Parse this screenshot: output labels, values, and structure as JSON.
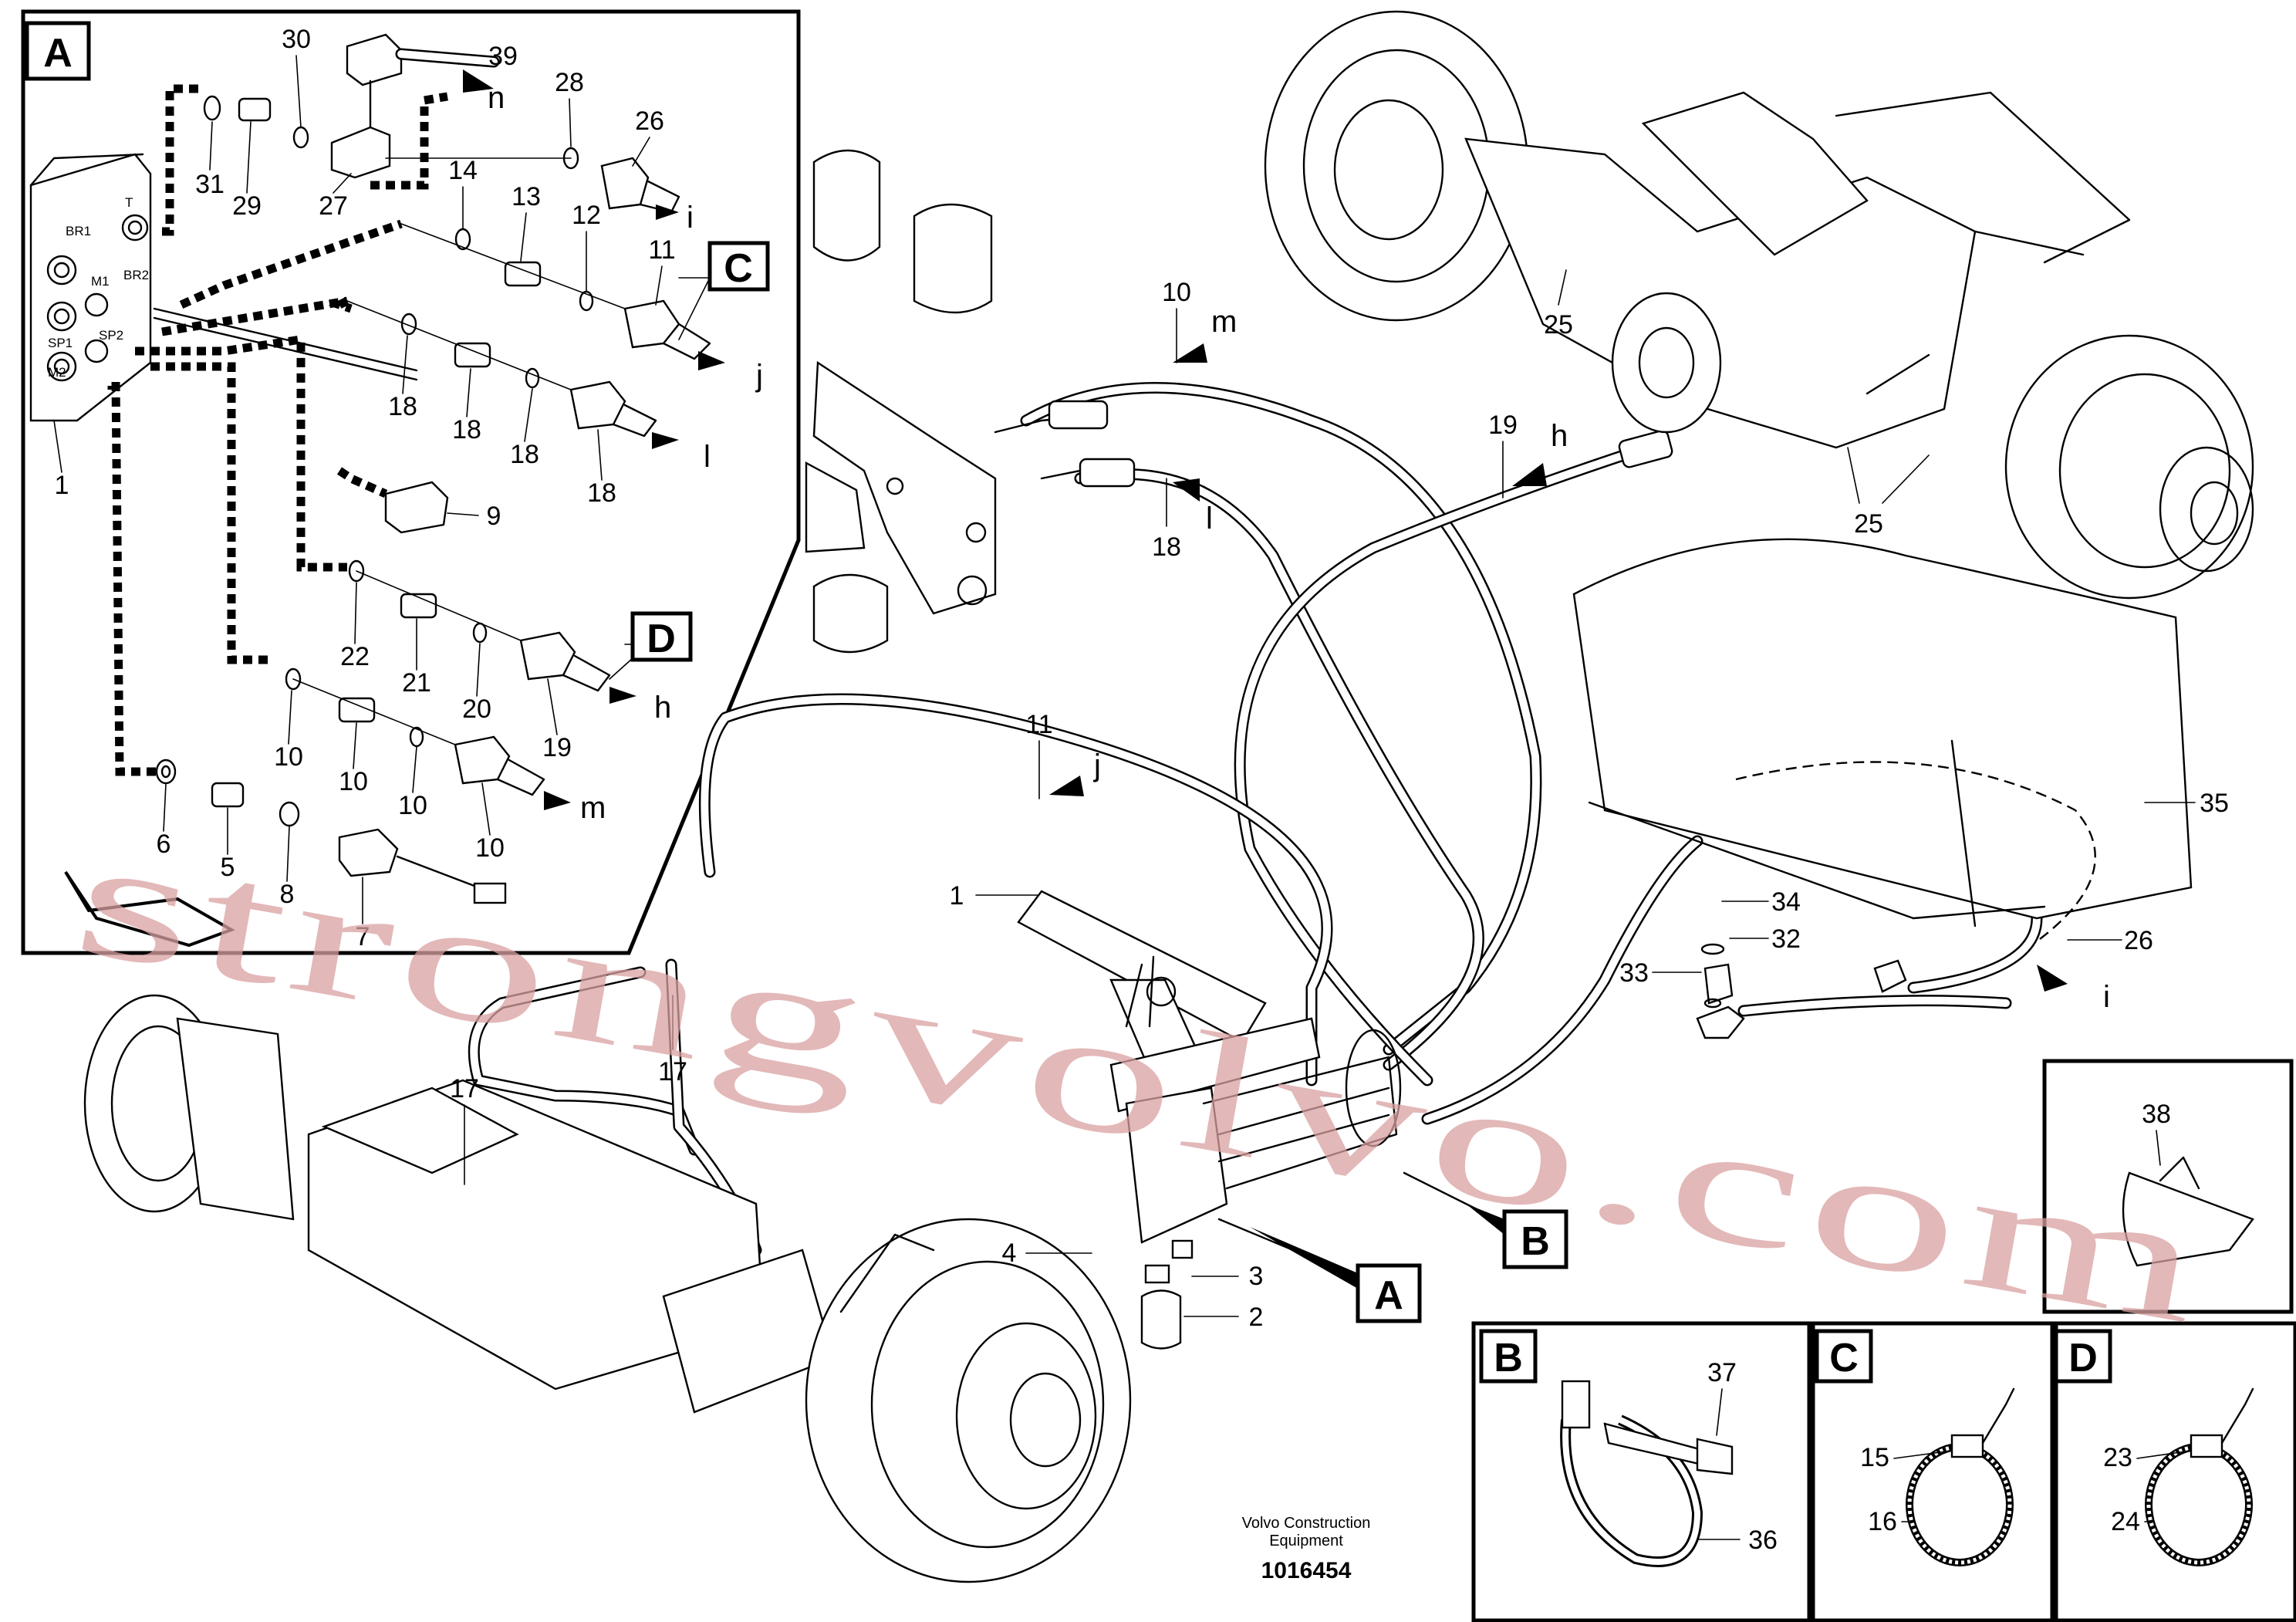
{
  "callouts": {
    "inset_a": {
      "c39": "39",
      "c30": "30",
      "c28": "28",
      "c26": "26",
      "c31": "31",
      "c29": "29",
      "c27": "27",
      "c14": "14",
      "c13": "13",
      "c12": "12",
      "c11": "11",
      "c18a": "18",
      "c18b": "18",
      "c18c": "18",
      "c18d": "18",
      "c9": "9",
      "c1": "1",
      "c22": "22",
      "c21": "21",
      "c20": "20",
      "c19": "19",
      "c10a": "10",
      "c10b": "10",
      "c10c": "10",
      "c10d": "10",
      "c6": "6",
      "c5": "5",
      "c8": "8",
      "c7": "7"
    },
    "main": {
      "c10": "10",
      "c18": "18",
      "c19": "19",
      "c11": "11",
      "c1": "1",
      "c17a": "17",
      "c17b": "17",
      "c4": "4",
      "c3": "3",
      "c2": "2",
      "c25a": "25",
      "c25b": "25",
      "c35": "35",
      "c34": "34",
      "c32": "32",
      "c33": "33",
      "c26": "26",
      "c38": "38",
      "c37": "37",
      "c36": "36",
      "c15": "15",
      "c16": "16",
      "c23": "23",
      "c24": "24"
    }
  },
  "flow_letters": {
    "n": "n",
    "i_inset": "i",
    "j_inset": "j",
    "l_inset": "l",
    "h_inset": "h",
    "m_inset": "m",
    "m_main": "m",
    "l_main": "l",
    "h_main": "h",
    "j_main": "j",
    "i_main": "i"
  },
  "view_boxes": {
    "A": "A",
    "B": "B",
    "C": "C",
    "D": "D"
  },
  "port_labels": {
    "br1": "BR1",
    "t": "T",
    "m1": "M1",
    "br2": "BR2",
    "sp1": "SP1",
    "sp2": "SP2",
    "m2": "M2"
  },
  "footer": {
    "manufacturer_line1": "Volvo Construction",
    "manufacturer_line2": "Equipment",
    "document_id": "1016454"
  },
  "watermark": "strongvolvo.com",
  "colors": {
    "line": "#000000",
    "watermark": "#d9a0a0",
    "background": "#ffffff"
  }
}
